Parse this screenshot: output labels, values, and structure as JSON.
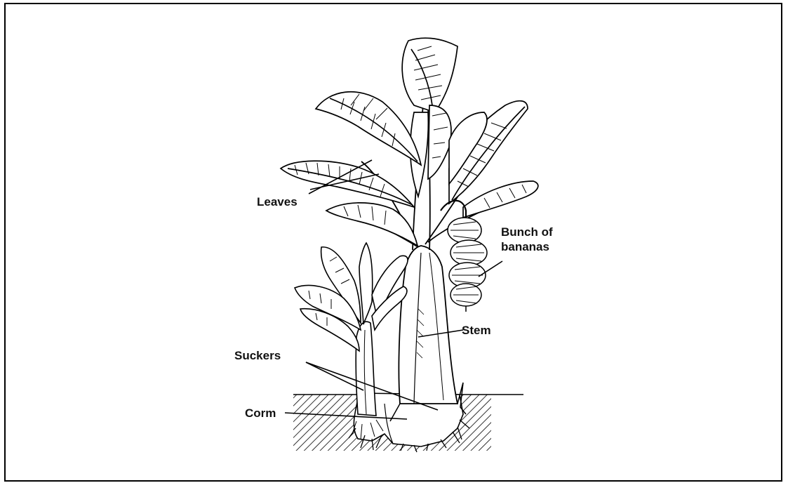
{
  "diagram": {
    "labels": {
      "leaves": "Leaves",
      "bunch_line1": "Bunch of",
      "bunch_line2": "bananas",
      "stem": "Stem",
      "suckers": "Suckers",
      "corm": "Corm"
    },
    "colors": {
      "ink": "#000000",
      "background": "#ffffff"
    }
  }
}
